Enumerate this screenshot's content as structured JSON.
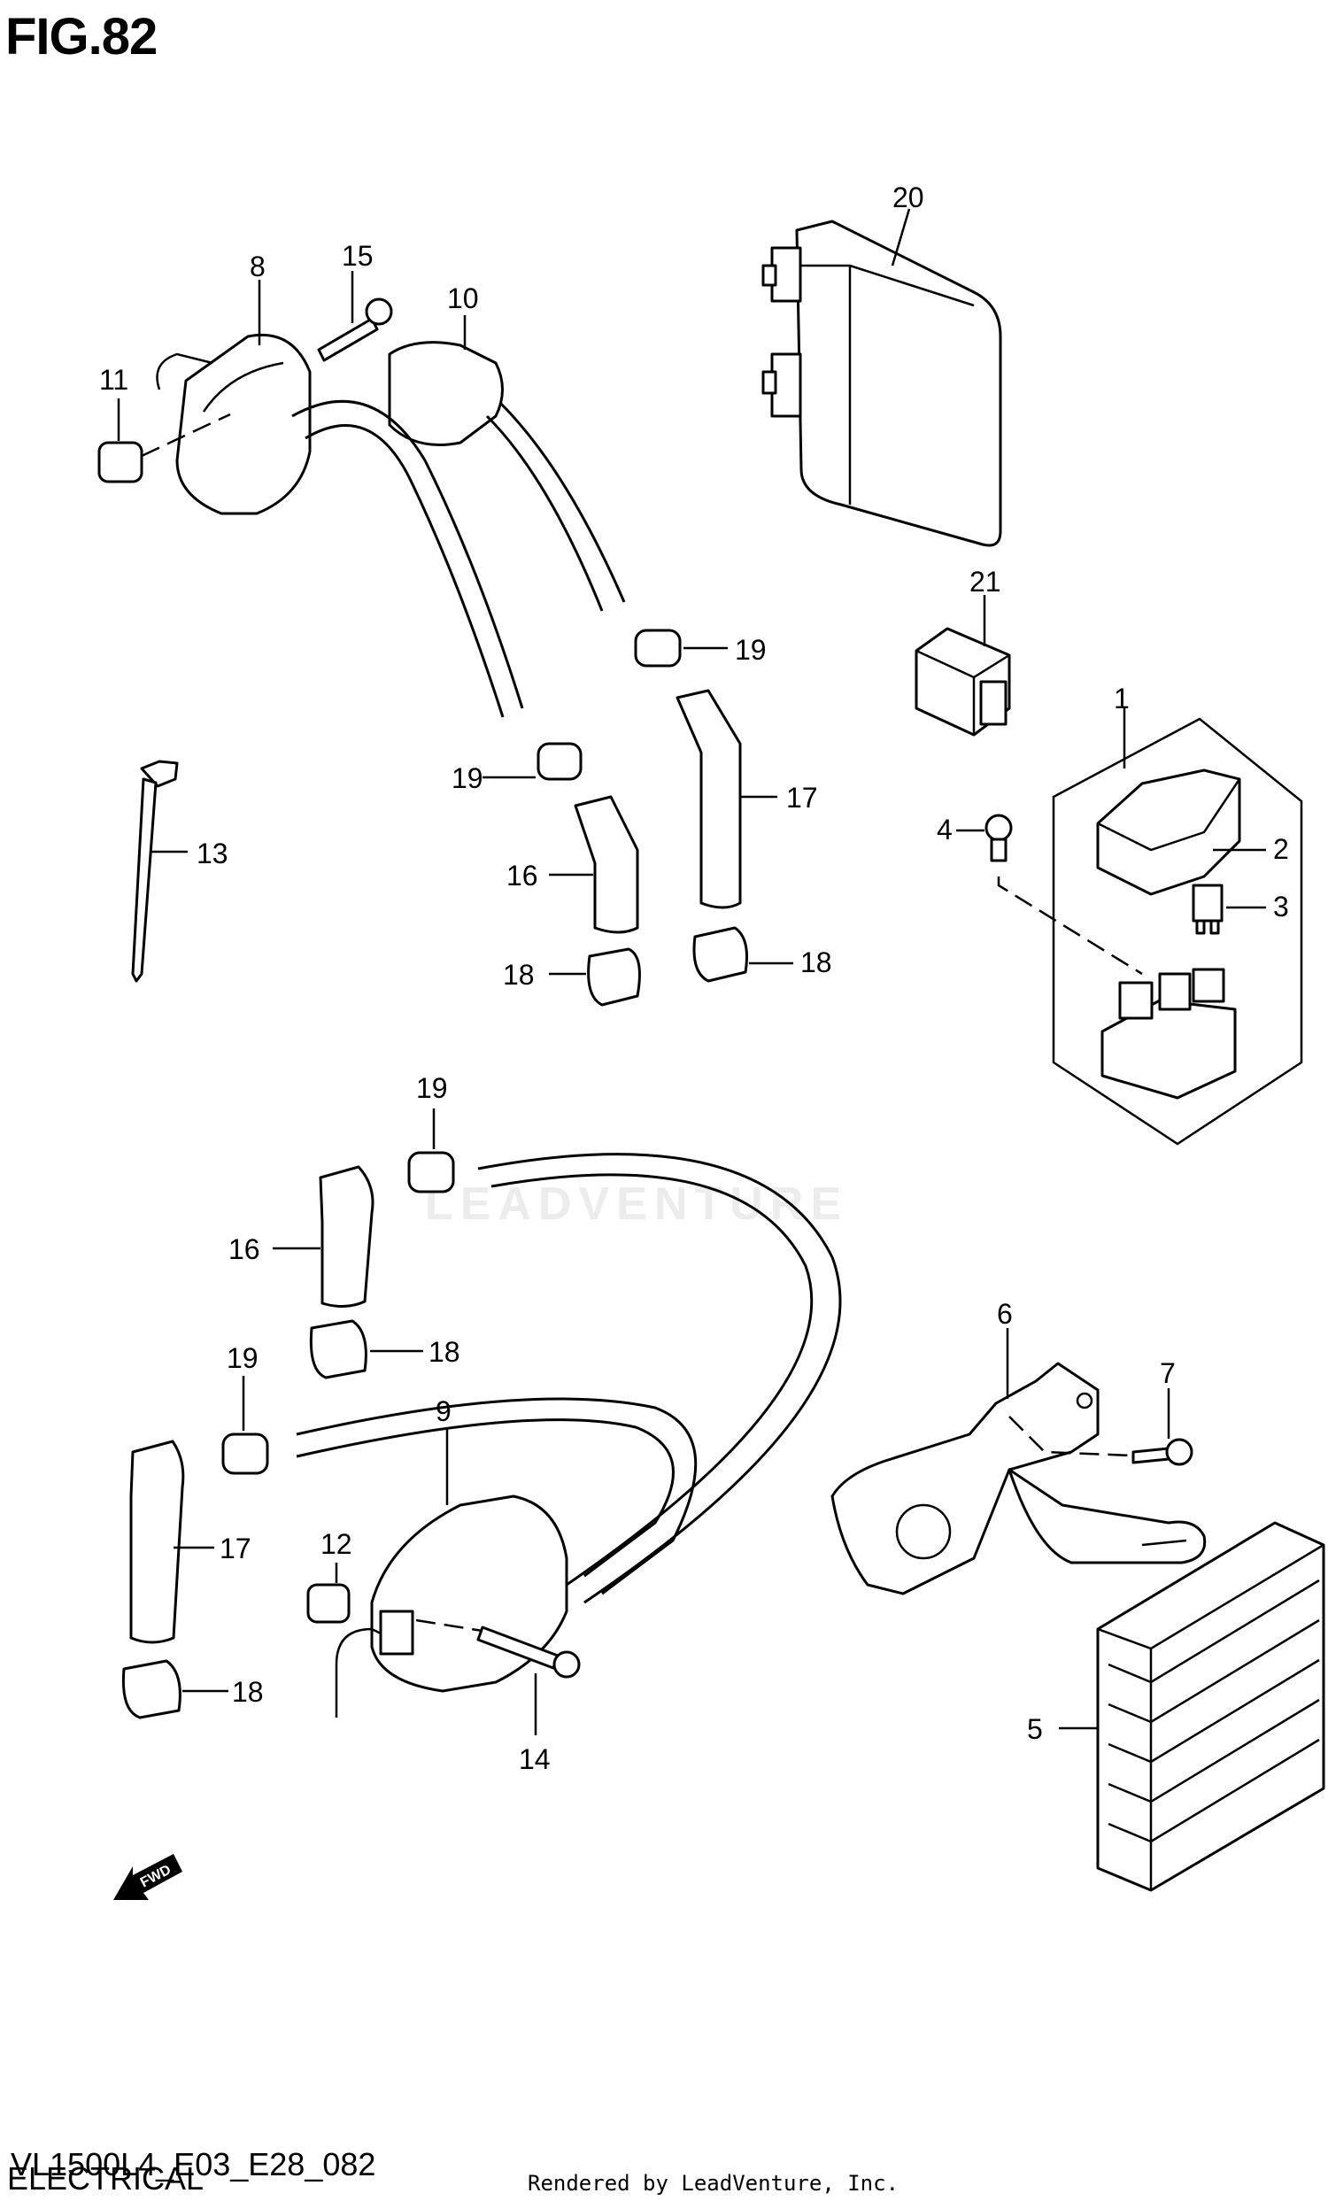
{
  "figure": {
    "title": "FIG.82",
    "diagram_code": "VL1500L4_E03_E28_082",
    "section": "ELECTRICAL",
    "credit": "Rendered by LeadVenture, Inc.",
    "watermark": "LEADVENTURE",
    "fwd_label": "FWD"
  },
  "callouts": {
    "c1": "1",
    "c2": "2",
    "c3": "3",
    "c4": "4",
    "c5": "5",
    "c6": "6",
    "c7": "7",
    "c8": "8",
    "c9": "9",
    "c10": "10",
    "c11": "11",
    "c12": "12",
    "c13": "13",
    "c14": "14",
    "c15": "15",
    "c16a": "16",
    "c16b": "16",
    "c17a": "17",
    "c17b": "17",
    "c18a": "18",
    "c18b": "18",
    "c18c": "18",
    "c18d": "18",
    "c19a": "19",
    "c19b": "19",
    "c19c": "19",
    "c19d": "19",
    "c20": "20",
    "c21": "21"
  }
}
